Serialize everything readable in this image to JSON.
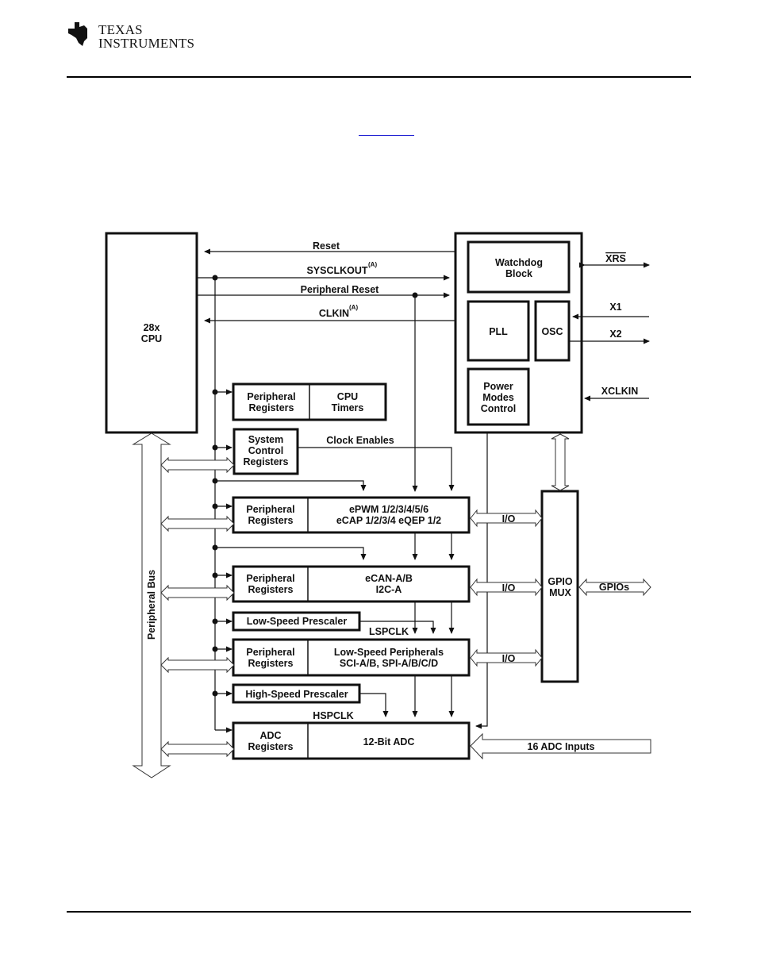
{
  "header": {
    "logo": {
      "icon": "ti-texas-logo-icon",
      "line1": "Texas",
      "line2": "Instruments"
    },
    "link_text": ""
  },
  "diagram": {
    "cpu": {
      "line1": "28x",
      "line2": "CPU"
    },
    "signals": {
      "reset": "Reset",
      "sysclkout": "SYSCLKOUT",
      "sysclkout_note": "(A)",
      "peripheral_reset": "Peripheral Reset",
      "clkin": "CLKIN",
      "clkin_note": "(A)",
      "clock_enables": "Clock Enables",
      "lspclk": "LSPCLK",
      "hspclk": "HSPCLK"
    },
    "clock_block": {
      "watchdog": {
        "line1": "Watchdog",
        "line2": "Block"
      },
      "pll": "PLL",
      "osc": "OSC",
      "power": {
        "line1": "Power",
        "line2": "Modes",
        "line3": "Control"
      }
    },
    "external_pins": {
      "xrs": "XRS",
      "x1": "X1",
      "x2": "X2",
      "xclkin": "XCLKIN"
    },
    "blocks": {
      "cpu_timers": {
        "regs": [
          "Peripheral",
          "Registers"
        ],
        "name": [
          "CPU",
          "Timers"
        ]
      },
      "system_control": [
        "System",
        "Control",
        "Registers"
      ],
      "epwm": {
        "regs": [
          "Peripheral",
          "Registers"
        ],
        "name": [
          "ePWM 1/2/3/4/5/6",
          "eCAP 1/2/3/4 eQEP 1/2"
        ]
      },
      "ecan": {
        "regs": [
          "Peripheral",
          "Registers"
        ],
        "name": [
          "eCAN-A/B",
          "I2C-A"
        ]
      },
      "low_speed_prescaler": "Low-Speed Prescaler",
      "lsp": {
        "regs": [
          "Peripheral",
          "Registers"
        ],
        "name": [
          "Low-Speed Peripherals",
          "SCI-A/B, SPI-A/B/C/D"
        ]
      },
      "high_speed_prescaler": "High-Speed Prescaler",
      "adc": {
        "regs": [
          "ADC",
          "Registers"
        ],
        "name": "12-Bit ADC"
      }
    },
    "gpio_mux": {
      "line1": "GPIO",
      "line2": "MUX"
    },
    "io_label": "I/O",
    "gpios": "GPIOs",
    "adc_inputs": "16 ADC Inputs",
    "peripheral_bus": "Peripheral Bus"
  }
}
